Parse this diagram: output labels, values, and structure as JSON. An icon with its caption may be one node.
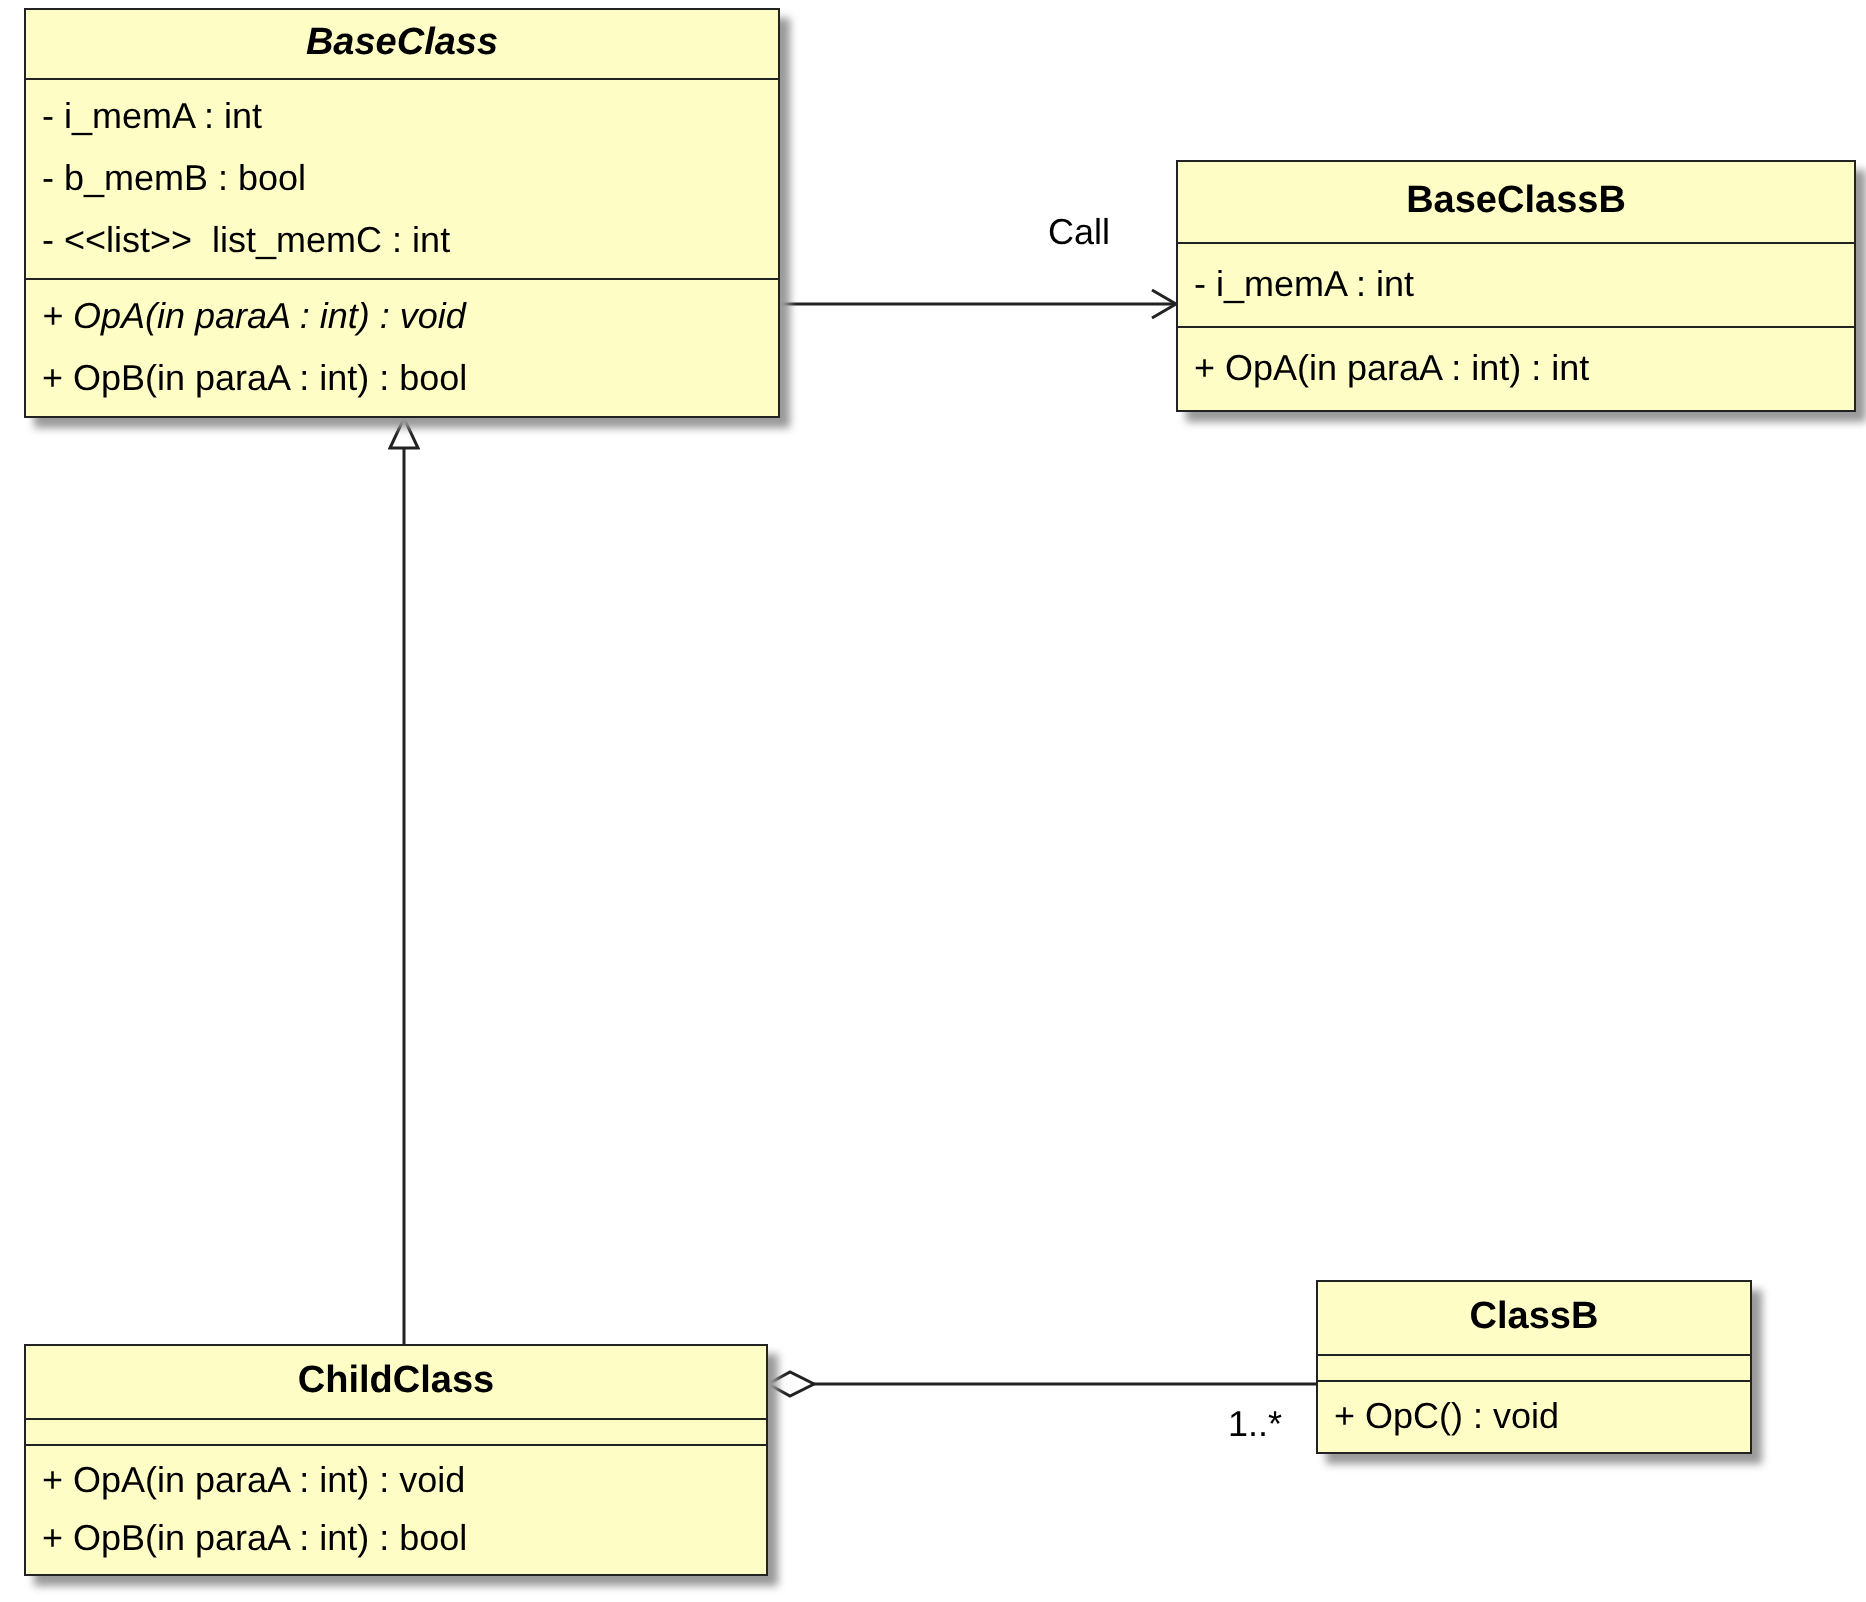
{
  "diagram": {
    "nodes": [
      {
        "text": [
          "BaseClass",
          "- i_memA : int",
          "- b_memB : bool",
          "- <<list>>  list_memC : int",
          "+ OpA(in paraA : int) : void",
          "+ OpB(in paraA : int) : bool"
        ]
      },
      {
        "text": [
          "BaseClassB",
          "- i_memA : int",
          "+ OpA(in paraA : int) : int"
        ]
      },
      {
        "text": [
          "ChildClass",
          "+ OpA(in paraA : int) : void",
          "+ OpB(in paraA : int) : bool"
        ]
      },
      {
        "text": [
          "ClassB",
          "+ OpC() : void"
        ]
      }
    ],
    "edges": [
      {
        "from": 0,
        "to": 1,
        "arrow": "to",
        "label": "Call"
      },
      {
        "from": 2,
        "to": 0,
        "arrow": "to"
      },
      {
        "from": 2,
        "to": 3,
        "arrow": "other",
        "label": "1..*"
      }
    ]
  }
}
